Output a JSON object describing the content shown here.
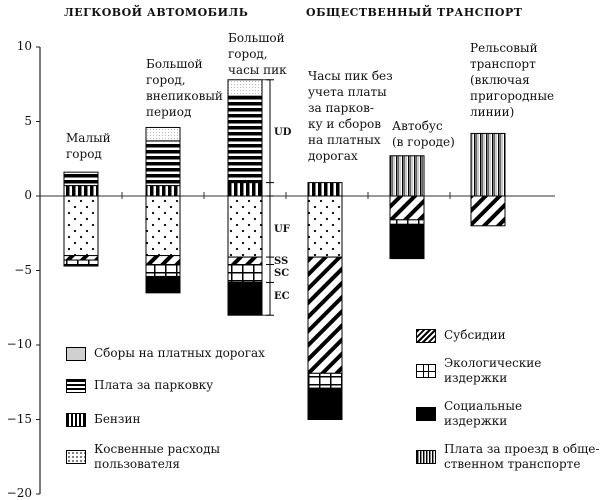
{
  "chart_data": {
    "type": "bar",
    "stacked": true,
    "title": "",
    "group_titles": [
      "ЛЕГКОВОЙ АВТОМОБИЛЬ",
      "ОБЩЕСТВЕННЫЙ ТРАНСПОРТ"
    ],
    "ylim": [
      -20,
      10
    ],
    "yticks": [
      10,
      5,
      0,
      -5,
      -10,
      -15,
      -20
    ],
    "ytick_labels": [
      "10",
      "5",
      "0",
      "−5",
      "−10",
      "−15",
      "−20"
    ],
    "categories": [
      "Малый\nгород",
      "Большой\nгород,\nвнепиковый\nпериод",
      "Большой\nгород,\nчасы пик",
      "Часы пик без\nучета платы\nза парков-\nку и сборов\nна платных\nдорогах",
      "Автобус\n(в городе)",
      "Рельсовый\nтранспорт\n(включая\nпригородные\nлинии)"
    ],
    "category_groups": [
      "car",
      "car",
      "car",
      "car",
      "public",
      "public"
    ],
    "series": [
      {
        "name": "Сборы на платных дорогах",
        "key": "tolls",
        "pattern": "gray",
        "values": [
          0,
          0.9,
          1.1,
          0,
          0,
          0
        ]
      },
      {
        "name": "Плата за парковку",
        "key": "parking",
        "pattern": "hstripes",
        "values": [
          0.9,
          3.0,
          5.8,
          0,
          0,
          0
        ]
      },
      {
        "name": "Бензин",
        "key": "fuel",
        "pattern": "vstripes",
        "values": [
          0.7,
          0.7,
          0.9,
          0.9,
          0,
          0
        ]
      },
      {
        "name": "Косвенные расходы\nпользователя",
        "key": "indirect",
        "pattern": "dots",
        "values": [
          -4.0,
          -4.0,
          -4.1,
          -4.1,
          0,
          0
        ]
      },
      {
        "name": "Субсидии",
        "key": "subsidies",
        "pattern": "diag",
        "values": [
          -0.3,
          -0.6,
          -0.5,
          -7.8,
          -1.6,
          -2.0
        ]
      },
      {
        "name": "Экологические\nиздержки",
        "key": "ecological",
        "pattern": "grid",
        "values": [
          -0.4,
          -0.8,
          -1.2,
          -1.0,
          -0.3,
          0
        ]
      },
      {
        "name": "Социальные\nиздержки",
        "key": "social",
        "pattern": "black",
        "values": [
          0,
          -1.1,
          -2.2,
          -2.1,
          -2.3,
          0
        ]
      },
      {
        "name": "Плата за проезд в обще-\nственном транспорте",
        "key": "fare",
        "pattern": "vfine",
        "values": [
          0,
          0,
          0,
          0,
          2.7,
          4.2
        ]
      }
    ],
    "annotations": [
      "UD",
      "UF",
      "SS",
      "SC",
      "EC"
    ],
    "legend": {
      "left": [
        0,
        1,
        2,
        3
      ],
      "right": [
        4,
        5,
        6,
        7
      ]
    },
    "grid": false
  }
}
